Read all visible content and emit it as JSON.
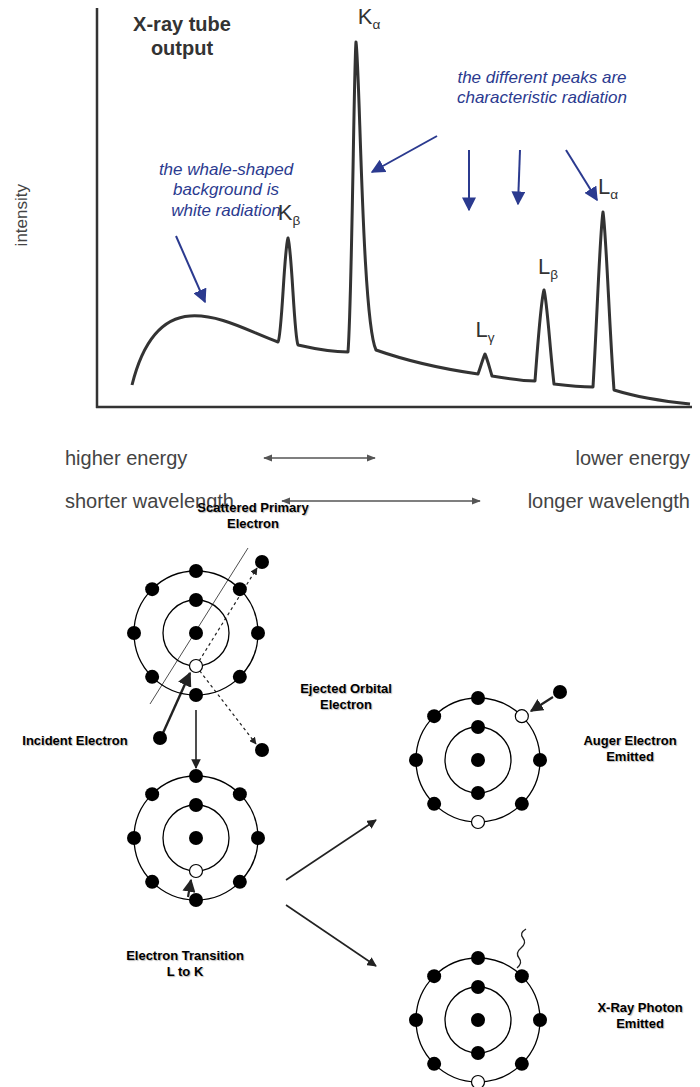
{
  "diagram": {
    "title": "X-ray tube output",
    "labels": [
      "intensity",
      "the whale-shaped background is white radiation",
      "the different peaks are characteristic radiation",
      "Kβ",
      "Kα",
      "Lγ",
      "Lβ",
      "Lα",
      "higher energy",
      "lower energy",
      "shorter wavelength",
      "longer wavelength",
      "Scattered Primary Electron",
      "Ejected Orbital Electron",
      "Incident Electron",
      "Auger Electron Emitted",
      "Electron Transition L to K",
      "X-Ray Photon Emitted"
    ]
  }
}
